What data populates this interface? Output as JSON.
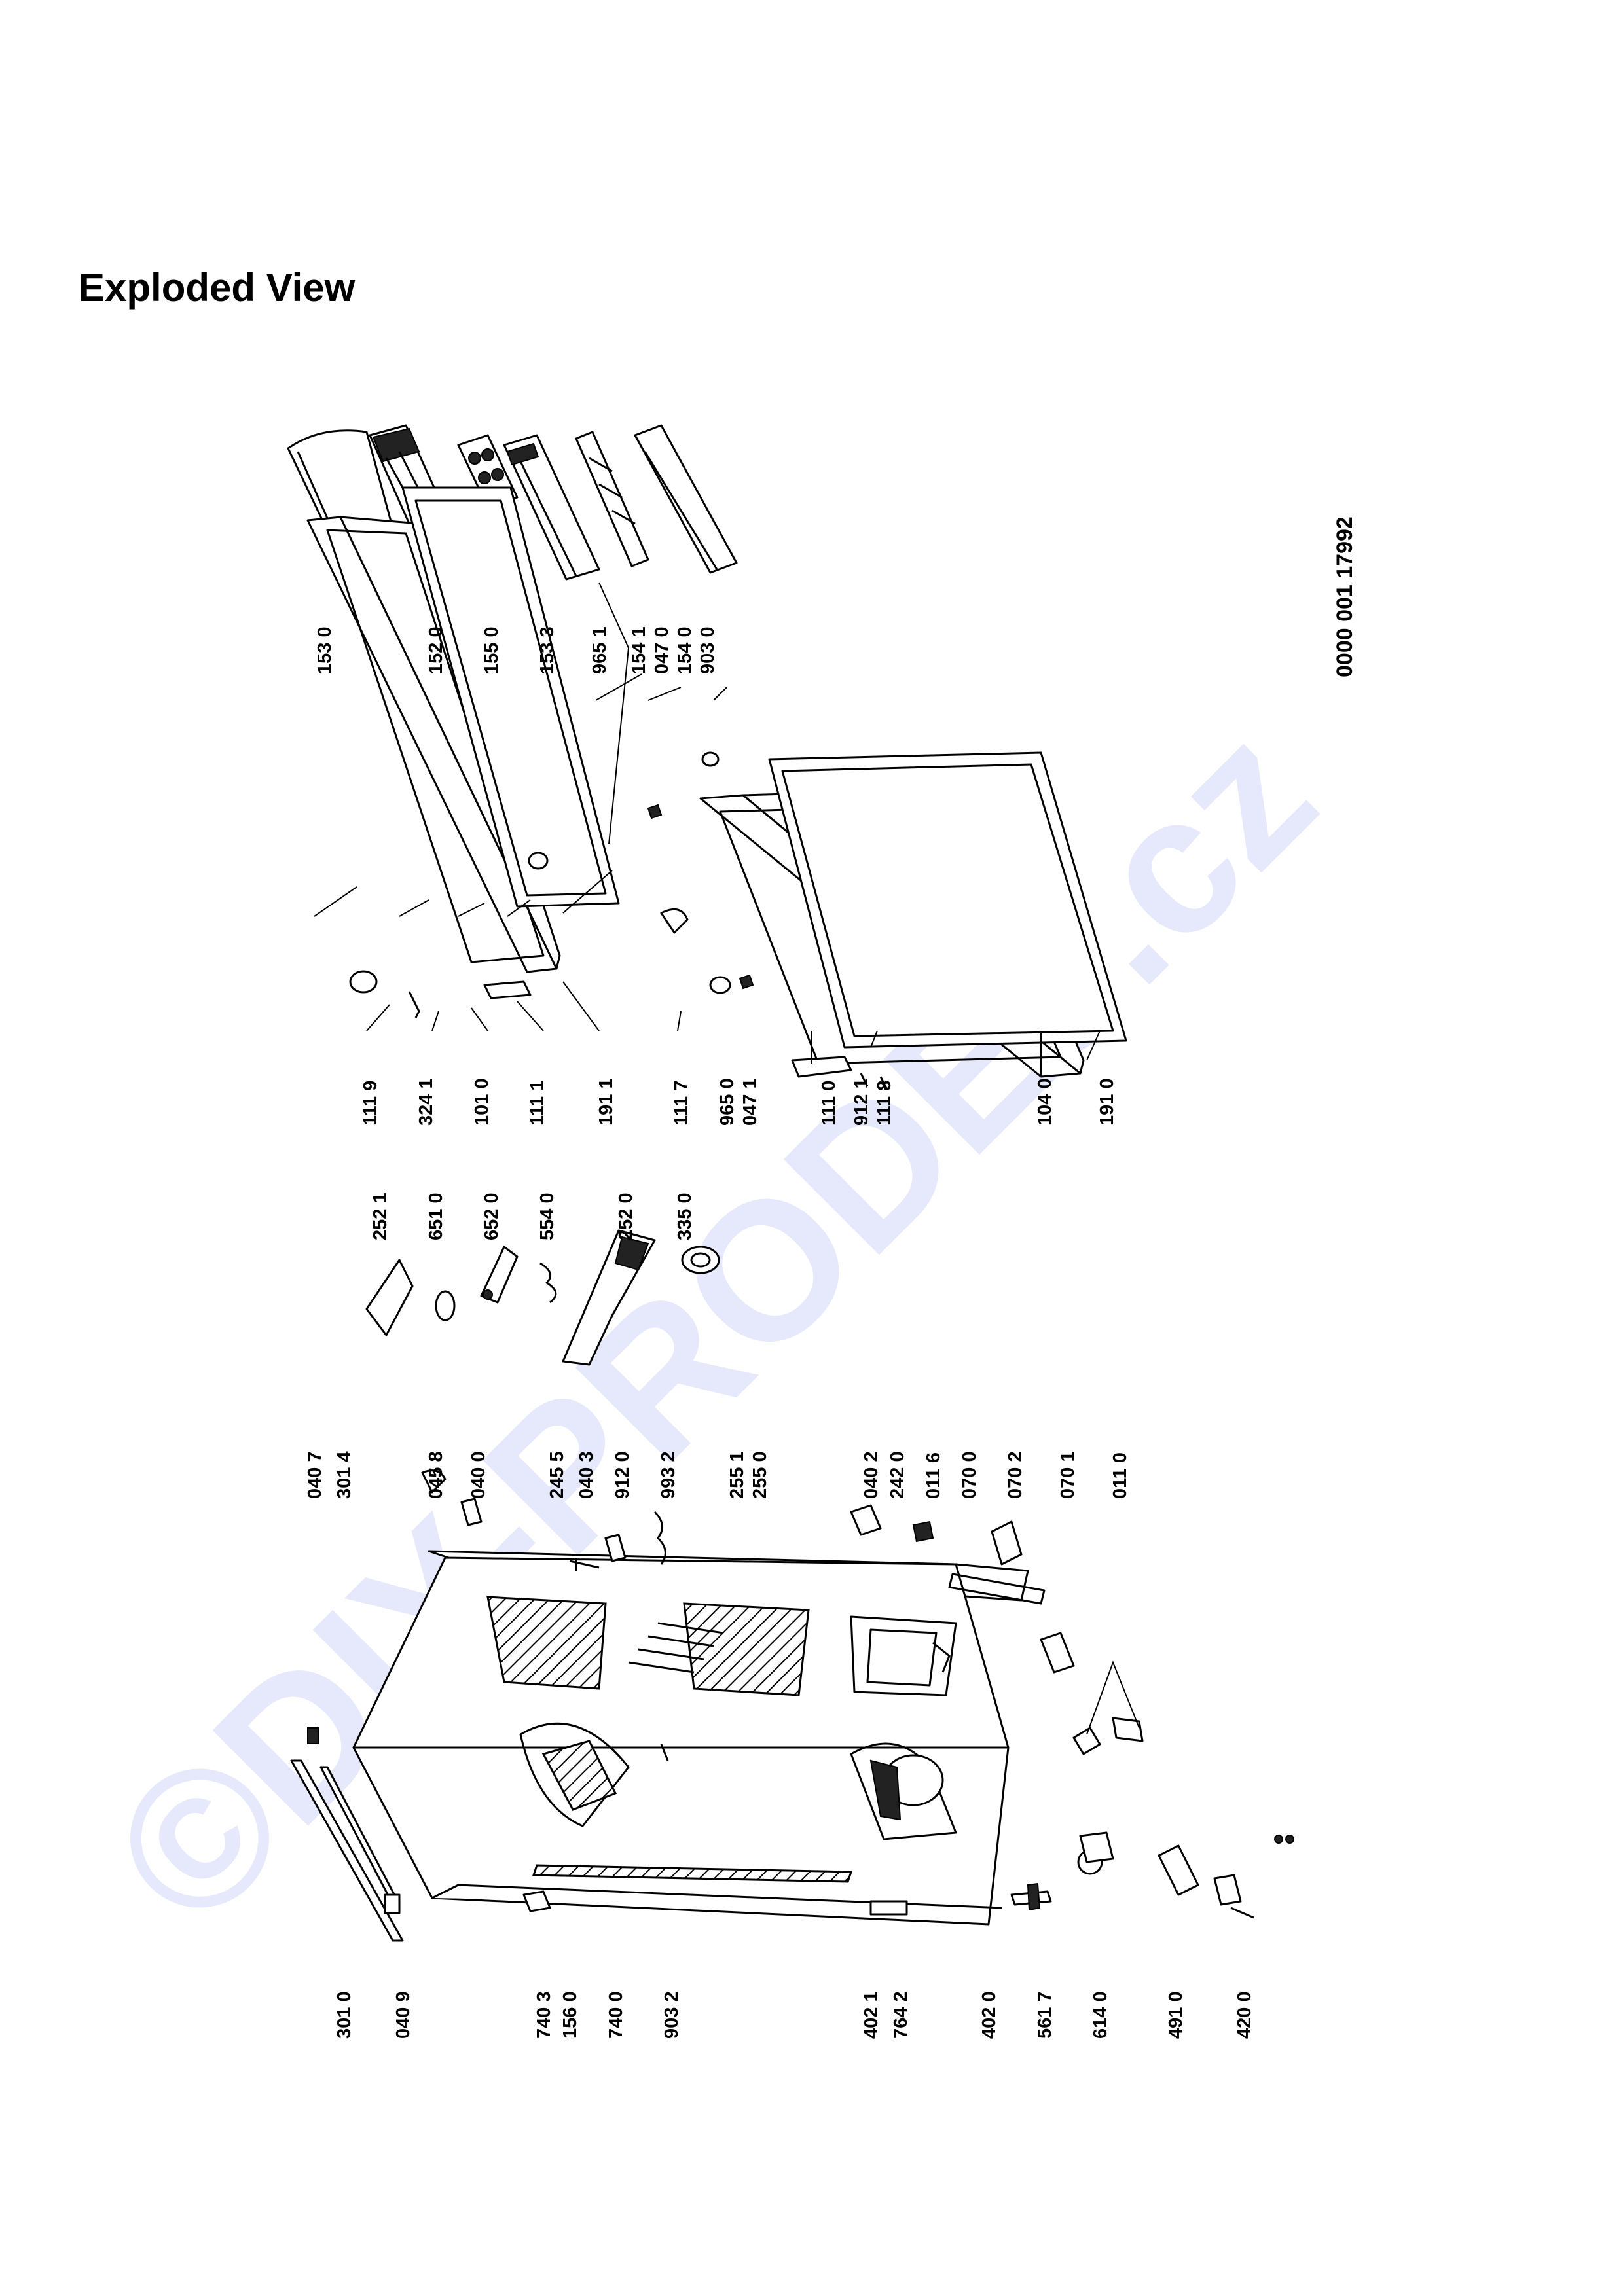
{
  "title": "Exploded View",
  "document_number": "0000 001 17992",
  "watermark": "©DIY-PRODEJ.cz",
  "colors": {
    "watermark": "#e6e8fb",
    "ink": "#000000"
  },
  "labels": {
    "l1530": "153 0",
    "l1520": "152 0",
    "l1550": "155 0",
    "l1533": "153 3",
    "l9651": "965 1",
    "l1541": "154 1",
    "l0470": "047 0",
    "l1540": "154 0",
    "l9030": "903 0",
    "l1119": "111 9",
    "l3241": "324 1",
    "l1010": "101 0",
    "l1111": "111 1",
    "l1911": "191 1",
    "l1117": "111 7",
    "l9650": "965 0",
    "l0471": "047 1",
    "l1110": "111 0",
    "l9121": "912 1",
    "l1118": "111 8",
    "l1040": "104 0",
    "l1910": "191 0",
    "l2521": "252 1",
    "l6510": "651 0",
    "l6520": "652 0",
    "l5540": "554 0",
    "l2520": "252 0",
    "l3350": "335 0",
    "l0407": "040 7",
    "l3014": "301 4",
    "l0458": "045 8",
    "l0400": "040 0",
    "l2455": "245 5",
    "l0403": "040 3",
    "l9120": "912 0",
    "l9932": "993 2",
    "l2551": "255 1",
    "l2550": "255 0",
    "l0402": "040 2",
    "l2420": "242 0",
    "l0116": "011 6",
    "l0700": "070 0",
    "l0702": "070 2",
    "l0701": "070 1",
    "l0110": "011 0",
    "l3010": "301 0",
    "l0409": "040 9",
    "l7403": "740 3",
    "l1560": "156 0",
    "l7400": "740 0",
    "l9032": "903 2",
    "l4021": "402 1",
    "l7642": "764 2",
    "l4020": "402 0",
    "l5617": "561 7",
    "l6140": "614 0",
    "l4910": "491 0",
    "l4200": "420 0"
  }
}
